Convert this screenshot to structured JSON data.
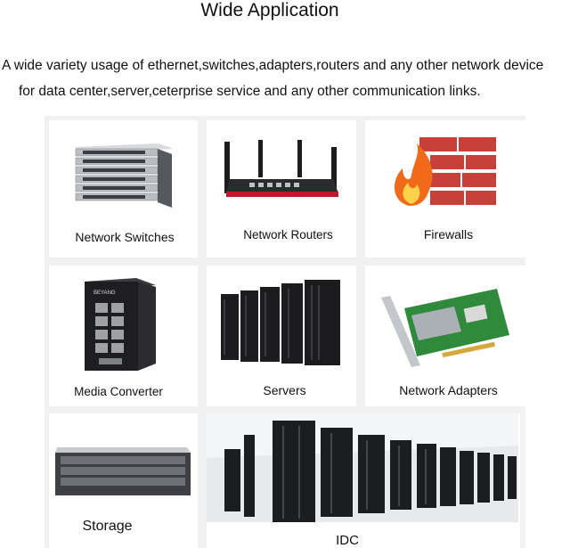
{
  "heading": "Wide Application",
  "description": {
    "line1": "A wide variety usage of ethernet,switches,adapters,routers and any other network device",
    "line2": "for data center,server,ceterprise service and any other communication links."
  },
  "products": [
    {
      "label": "Network Switches",
      "icon": "network-switch-image"
    },
    {
      "label": "Network Routers",
      "icon": "router-image"
    },
    {
      "label": "Firewalls",
      "icon": "firewall-image"
    },
    {
      "label": "Media Converter",
      "icon": "media-converter-image"
    },
    {
      "label": "Servers",
      "icon": "server-rack-image"
    },
    {
      "label": "Network Adapters",
      "icon": "network-adapter-image"
    },
    {
      "label": "Storage",
      "icon": "storage-array-image"
    },
    {
      "label": "IDC",
      "icon": "data-center-image"
    }
  ],
  "device_brand": "BEYANG",
  "colors": {
    "firewall_brick": "#c8403a",
    "flame": "#f06a1a",
    "adapter_board": "#2f8a3c"
  }
}
